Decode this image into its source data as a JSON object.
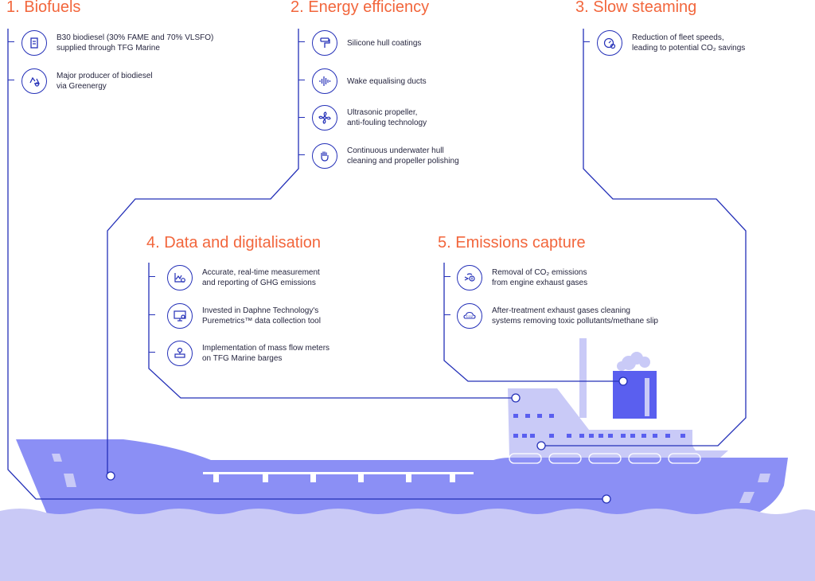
{
  "colors": {
    "accent": "#f2663c",
    "line": "#2430b8",
    "ship_hull": "#8b8ff5",
    "ship_superstructure": "#c9caf7",
    "ship_funnel": "#5a5fef",
    "sea": "#c9c9f6"
  },
  "sections": [
    {
      "title": "1. Biofuels",
      "items": [
        {
          "icon": "fuel-can-icon",
          "text": "B30 biodiesel (30% FAME and 70% VLSFO)\nsupplied through TFG Marine"
        },
        {
          "icon": "recycle-icon",
          "text": "Major producer of biodiesel\nvia Greenergy"
        }
      ]
    },
    {
      "title": "2. Energy efficiency",
      "items": [
        {
          "icon": "paint-roller-icon",
          "text": "Silicone hull coatings"
        },
        {
          "icon": "sound-wave-icon",
          "text": "Wake equalising ducts"
        },
        {
          "icon": "propeller-icon",
          "text": "Ultrasonic propeller,\nanti-fouling technology"
        },
        {
          "icon": "hand-cleaning-icon",
          "text": "Continuous underwater hull\ncleaning and propeller polishing"
        }
      ]
    },
    {
      "title": "3. Slow steaming",
      "items": [
        {
          "icon": "speedometer-icon",
          "text": "Reduction of fleet speeds,\nleading to potential CO₂ savings"
        }
      ]
    },
    {
      "title": "4. Data and digitalisation",
      "items": [
        {
          "icon": "line-chart-icon",
          "text": "Accurate, real-time measurement\nand reporting of GHG emissions"
        },
        {
          "icon": "monitor-icon",
          "text": "Invested in Daphne Technology's\nPuremetrics™ data collection tool"
        },
        {
          "icon": "flow-meter-icon",
          "text": "Implementation of mass flow meters\non TFG Marine barges"
        }
      ]
    },
    {
      "title": "5. Emissions capture",
      "items": [
        {
          "icon": "carbon-capture-icon",
          "text": "Removal of CO₂ emissions\nfrom engine exhaust gases"
        },
        {
          "icon": "co2-cloud-icon",
          "text": "After-treatment exhaust gases cleaning\nsystems removing toxic pollutants/methane slip"
        }
      ]
    }
  ]
}
